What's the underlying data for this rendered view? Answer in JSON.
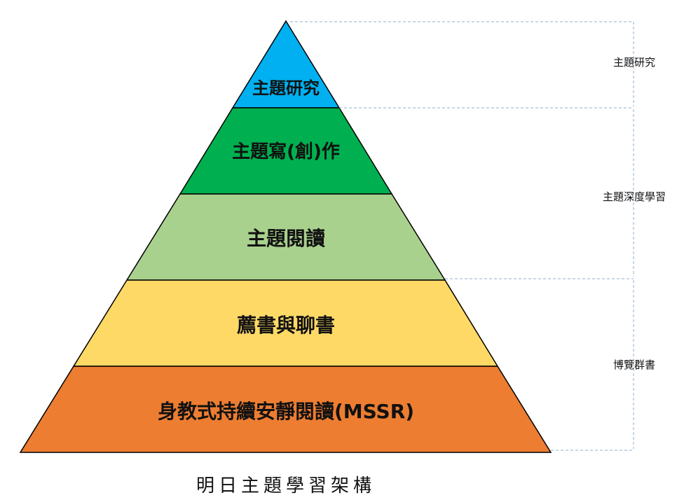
{
  "pyramid": {
    "layers": [
      {
        "label": "主題研究",
        "color": "#00B0F0"
      },
      {
        "label": "主題寫(創)作",
        "color": "#00B050"
      },
      {
        "label": "主題閱讀",
        "color": "#A9D18E"
      },
      {
        "label": "薦書與聊書",
        "color": "#FFD966"
      },
      {
        "label": "身教式持續安靜閱讀(MSSR)",
        "color": "#ED7D31"
      }
    ]
  },
  "side_groups": [
    {
      "label": "主題研究"
    },
    {
      "label": "主題深度學習"
    },
    {
      "label": "博覽群書"
    }
  ],
  "caption": "明日主題學習架構"
}
